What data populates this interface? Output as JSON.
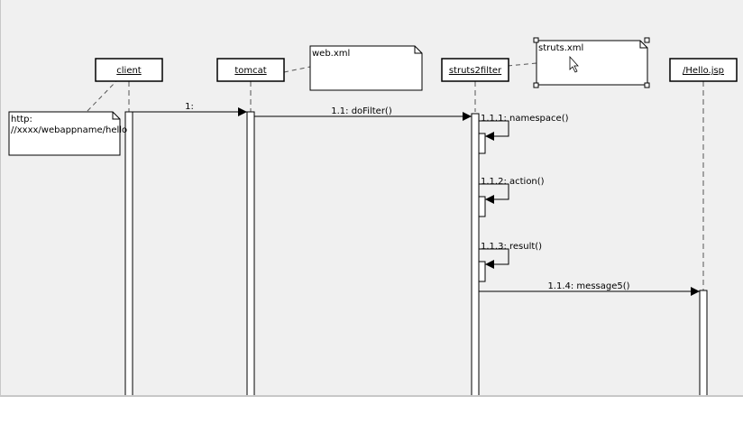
{
  "lifelines": {
    "client": "client",
    "tomcat": "tomcat",
    "struts2filter": "struts2filter",
    "hello_jsp": "/Hello.jsp"
  },
  "notes": {
    "url_line1": "http:",
    "url_line2": "//xxxx/webappname/hello",
    "web_xml": "web.xml",
    "struts_xml": "struts.xml"
  },
  "messages": {
    "m1": "1:",
    "m1_1": "1.1: doFilter()",
    "m1_1_1": "1.1.1: namespace()",
    "m1_1_2": "1.1.2: action()",
    "m1_1_3": "1.1.3: result()",
    "m1_1_4": "1.1.4: message5()"
  },
  "colors": {
    "canvas_bg": "#f0f0f0",
    "line": "#000000",
    "dashed": "#555555"
  }
}
